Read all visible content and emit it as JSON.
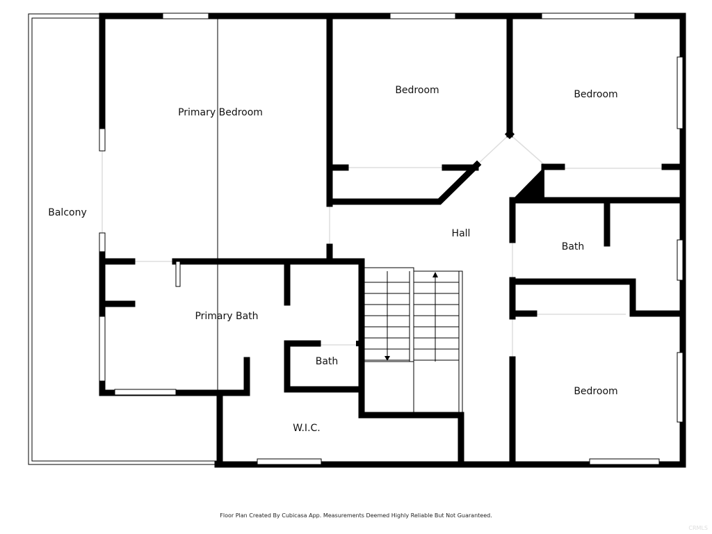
{
  "rooms": {
    "balcony": "Balcony",
    "primary_bedroom": "Primary Bedroom",
    "bedroom_1": "Bedroom",
    "bedroom_2": "Bedroom",
    "hall": "Hall",
    "bath_right": "Bath",
    "primary_bath": "Primary Bath",
    "bath_small": "Bath",
    "wic": "W.I.C.",
    "bedroom_3": "Bedroom"
  },
  "footer": "Floor Plan Created By Cubicasa App. Measurements Deemed Highly Reliable But Not Guaranteed.",
  "watermark": "CRMLS"
}
